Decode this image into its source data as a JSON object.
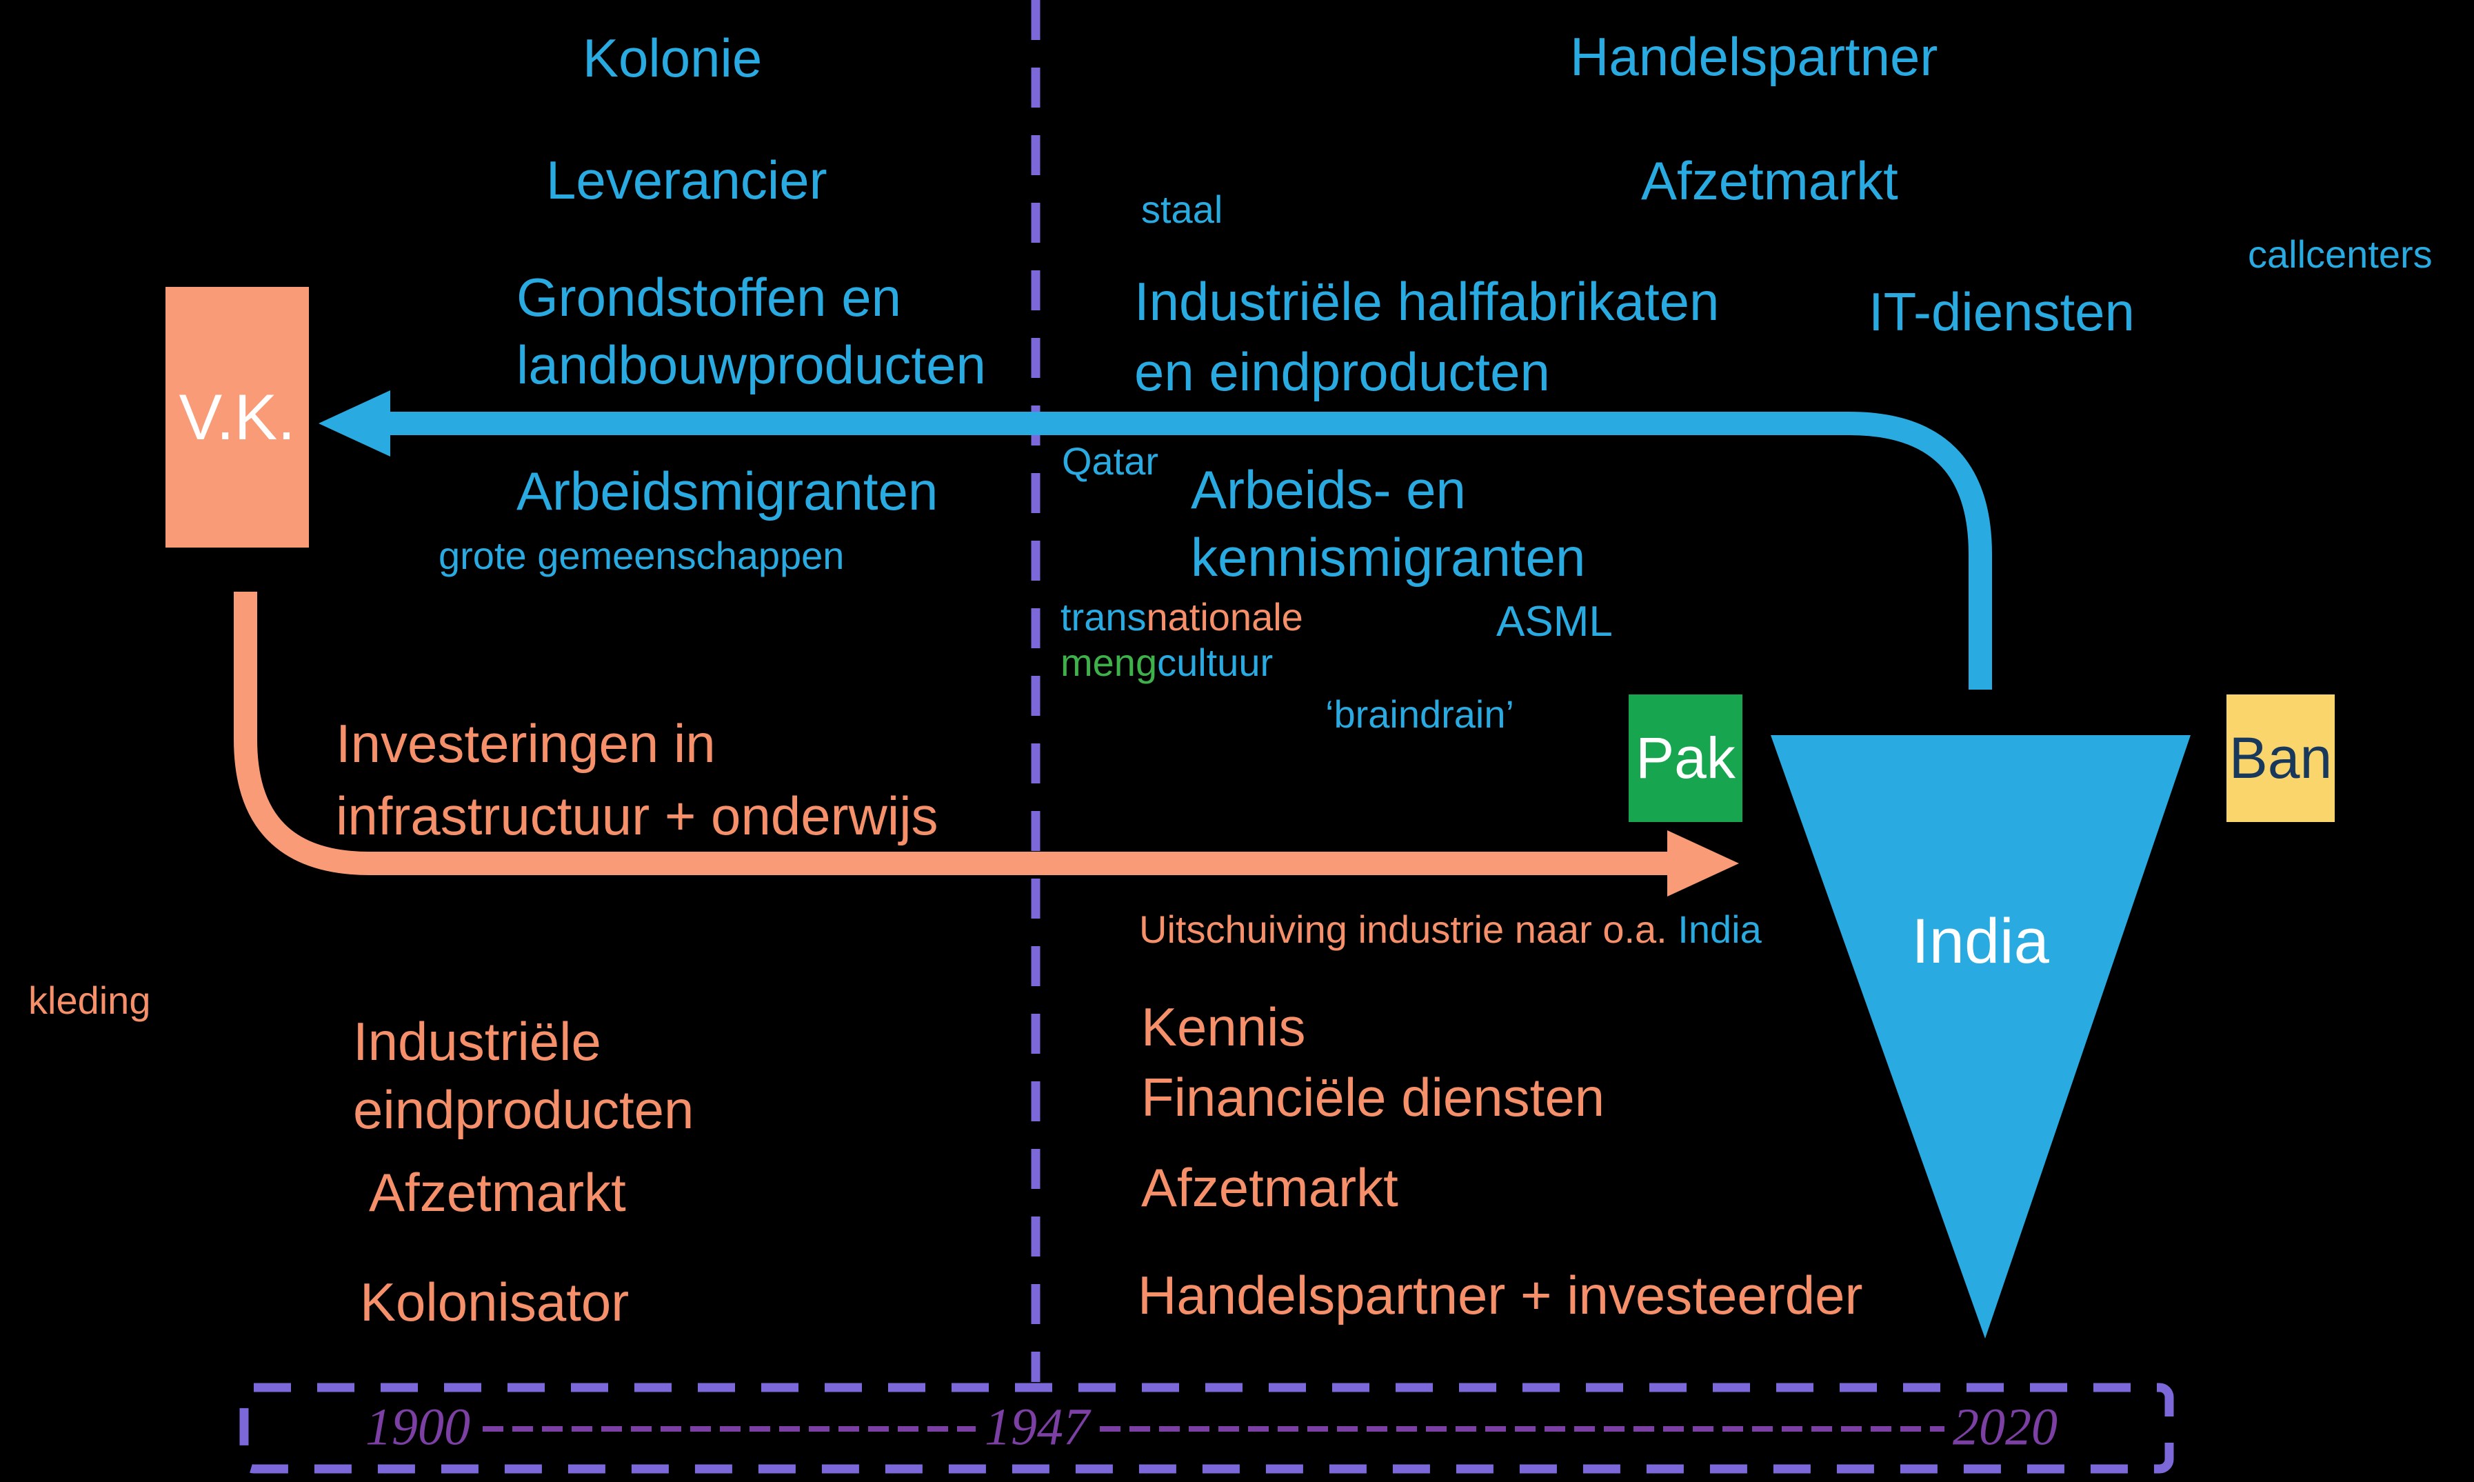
{
  "colors": {
    "background": "#000000",
    "blue": "#29ABE2",
    "orange_text": "#F6906A",
    "orange_shape": "#F89B76",
    "green_box": "#17A64F",
    "green_text": "#3FB14A",
    "yellow_box": "#FAD56C",
    "navy_text": "#18395C",
    "purple_frame": "#7C68D8",
    "purple_years": "#7C3FA3",
    "white": "#FFFFFF"
  },
  "era_left": {
    "header": "Kolonie",
    "role": "Leverancier",
    "exports_line1": "Grondstoffen en",
    "exports_line2": "landbouwproducten",
    "migration": "Arbeidsmigranten",
    "migration_note": "grote gemeenschappen"
  },
  "era_right": {
    "header": "Handelspartner",
    "role": "Afzetmarkt",
    "note_staal": "staal",
    "exports_line1": "Industriële halffabrikaten",
    "exports_line2": "en eindproducten",
    "it_services": "IT-diensten",
    "note_callcenters": "callcenters",
    "note_qatar": "Qatar",
    "migration_line1": "Arbeids- en",
    "migration_line2": "kennismigranten",
    "culture1_blue": "trans",
    "culture1_orange": "nationale",
    "culture2_green": "meng",
    "culture2_blue": "cultuur",
    "note_asml": "ASML",
    "note_braindrain": "‘braindrain’"
  },
  "nodes": {
    "uk": "V.K.",
    "pakistan": "Pak",
    "bangladesh": "Ban",
    "india": "India"
  },
  "uk_flows": {
    "investment_line1": "Investeringen in",
    "investment_line2": "infrastructuur + onderwijs",
    "outsourcing_orange": "Uitschuiving industrie naar o.a. ",
    "outsourcing_blue": "India"
  },
  "uk_role_left": {
    "note_kleding": "kleding",
    "exports_line1": "Industriële",
    "exports_line2": "eindproducten",
    "market": "Afzetmarkt",
    "role": "Kolonisator"
  },
  "uk_role_right": {
    "knowledge": "Kennis",
    "financial": "Financiële diensten",
    "market": "Afzetmarkt",
    "role": "Handelspartner + investeerder"
  },
  "timeline": {
    "years": [
      "1900",
      "1947",
      "2020"
    ]
  }
}
